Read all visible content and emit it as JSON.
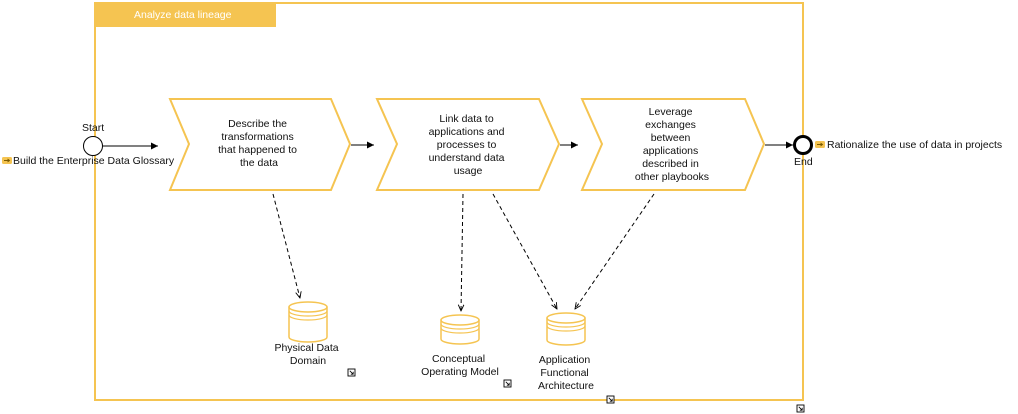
{
  "lane": {
    "title": "Analyze data lineage"
  },
  "start_event": {
    "label": "Start"
  },
  "end_event": {
    "label": "End"
  },
  "external_left": {
    "label": "Build the Enterprise Data Glossary"
  },
  "external_right": {
    "label": "Rationalize the use of data in projects"
  },
  "tasks": [
    {
      "lines": [
        "Describe the",
        "transformations",
        "that happened to",
        "the data"
      ]
    },
    {
      "lines": [
        "Link data to",
        "applications and",
        "processes to",
        "understand data",
        "usage"
      ]
    },
    {
      "lines": [
        "Leverage",
        "exchanges",
        "between",
        "applications",
        "described in",
        "other playbooks"
      ]
    }
  ],
  "data_stores": [
    {
      "lines": [
        "Physical Data",
        "Domain"
      ]
    },
    {
      "lines": [
        "Conceptual",
        "Operating Model"
      ]
    },
    {
      "lines": [
        "Application",
        "Functional",
        "Architecture"
      ]
    }
  ],
  "colors": {
    "accent": "#f5c451",
    "line": "#000000",
    "text": "#111111",
    "header_text": "#ffffff"
  }
}
